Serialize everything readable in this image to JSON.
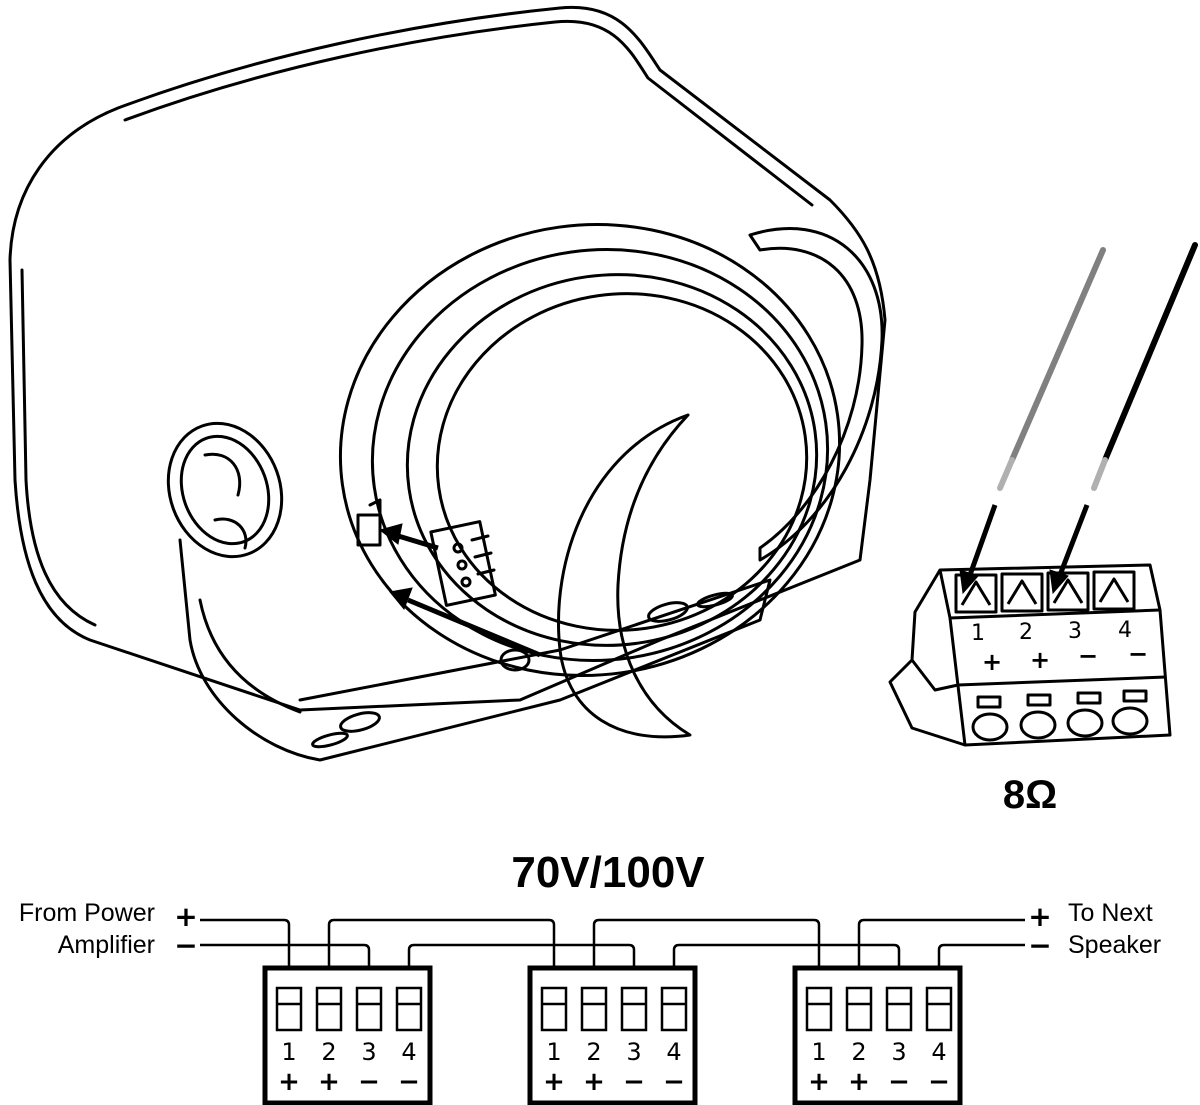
{
  "connector_8ohm": {
    "terminals": [
      "1",
      "2",
      "3",
      "4"
    ],
    "polarity": [
      "+",
      "+",
      "−",
      "−"
    ],
    "title": "8Ω"
  },
  "wiring_70v100v": {
    "title": "70V/100V",
    "left_label": [
      "From Power",
      "Amplifier"
    ],
    "right_label": [
      "To Next",
      "Speaker"
    ],
    "plus_sign": "+",
    "minus_sign": "−",
    "block_terminals": [
      "1",
      "2",
      "3",
      "4"
    ],
    "block_polarity": [
      "+",
      "+",
      "−",
      "−"
    ]
  }
}
